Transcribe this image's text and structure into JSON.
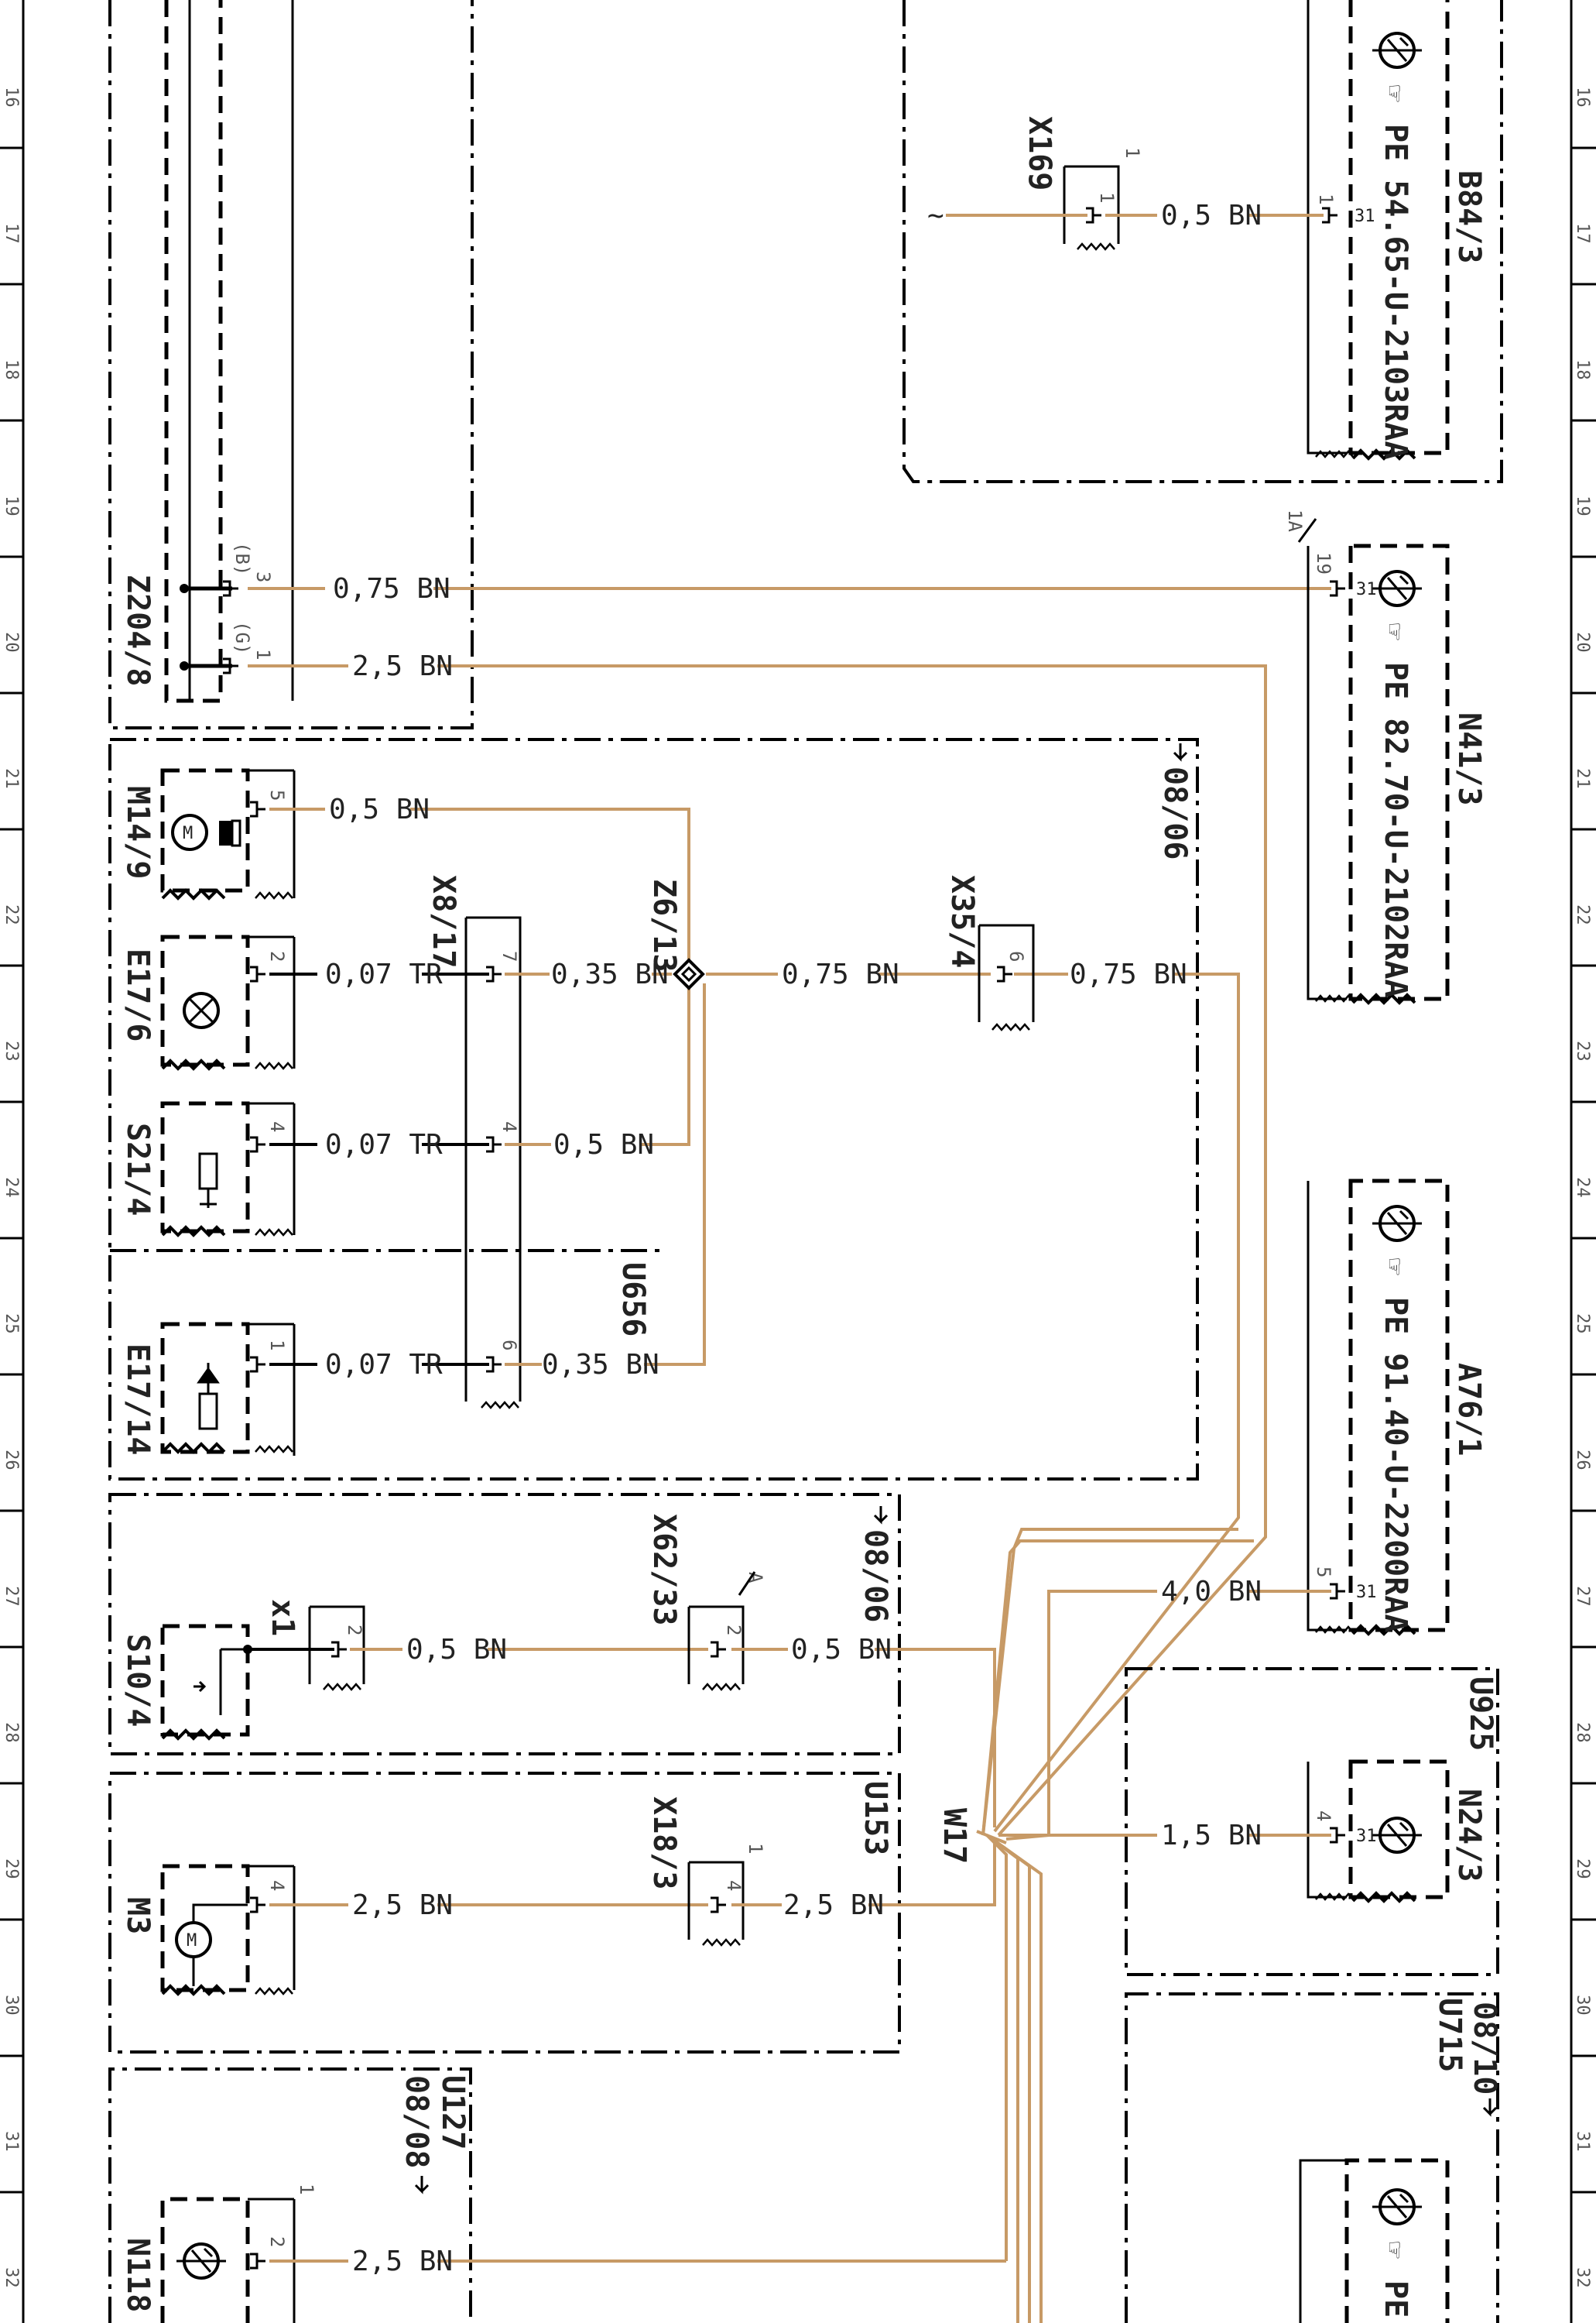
{
  "grid_numbers": [
    "16",
    "17",
    "18",
    "19",
    "20",
    "21",
    "22",
    "23",
    "24",
    "25",
    "26",
    "27",
    "28",
    "29",
    "30",
    "31",
    "32"
  ],
  "components": {
    "z204_8": "Z204/8",
    "m14_9": "M14/9",
    "e17_6": "E17/6",
    "s21_4": "S21/4",
    "e17_14": "E17/14",
    "u656": "U656",
    "x8_17": "X8/17",
    "z6_13": "Z6/13",
    "x35_4": "X35/4",
    "x169": "X169",
    "b84_3": "B84/3",
    "b84_3_pe": "PE 54.65-U-2103RAA",
    "n41_3": "N41/3",
    "n41_3_pe": "PE 82.70-U-2102RAA",
    "a76_1": "A76/1",
    "a76_1_pe": "PE 91.40-U-2200RAA",
    "s10_4": "S10/4",
    "x1": "x1",
    "x62_33": "X62/33",
    "m3": "M3",
    "x18_3": "X18/3",
    "u153": "U153",
    "w17": "W17",
    "u925": "U925",
    "n24_3": "N24/3",
    "u715": "U715",
    "u127": "U127",
    "n118": "N118",
    "pe_partial": "PE"
  },
  "refs": {
    "r0806a": "08/06",
    "r0806b": "08/06",
    "r0810": "08/10",
    "r0808": "08/08"
  },
  "wires": {
    "w_075bn_a": "0,75 BN",
    "w_25bn_a": "2,5 BN",
    "w_05bn_a": "0,5 BN",
    "w_007tr_a": "0,07 TR",
    "w_035bn_a": "0,35 BN",
    "w_075bn_b": "0,75 BN",
    "w_075bn_c": "0,75 BN",
    "w_007tr_b": "0,07 TR",
    "w_05bn_b": "0,5 BN",
    "w_007tr_c": "0,07 TR",
    "w_035bn_b": "0,35 BN",
    "w_05bn_c": "0,5 BN",
    "w_05bn_d": "0,5 BN",
    "w_05bn_e": "0,5 BN",
    "w_25bn_b": "2,5 BN",
    "w_25bn_c": "2,5 BN",
    "w_25bn_d": "2,5 BN",
    "w_40bn": "4,0 BN",
    "w_15bn": "1,5 BN"
  },
  "pins": {
    "z204_3": "3",
    "z204_b": "(B)",
    "z204_1": "1",
    "z204_g": "(G)",
    "m14_5": "5",
    "e17_6_2": "2",
    "s21_4": "4",
    "e17_14_1": "1",
    "x8_7": "7",
    "x8_4": "4",
    "x8_6": "6",
    "x35_6": "6",
    "x169_1a": "1",
    "x169_1b": "1",
    "b84_1": "1",
    "b84_31": "31",
    "n41_1a": "1A",
    "n41_19": "19",
    "n41_31": "31",
    "a76_5": "5",
    "a76_31": "31",
    "x1_2": "2",
    "x62_a": "A",
    "x62_2": "2",
    "m3_4": "4",
    "x18_1": "1",
    "x18_4": "4",
    "n24_4": "4",
    "n24_31": "31",
    "n118_1": "1",
    "n118_2": "2",
    "tilde": "~"
  }
}
